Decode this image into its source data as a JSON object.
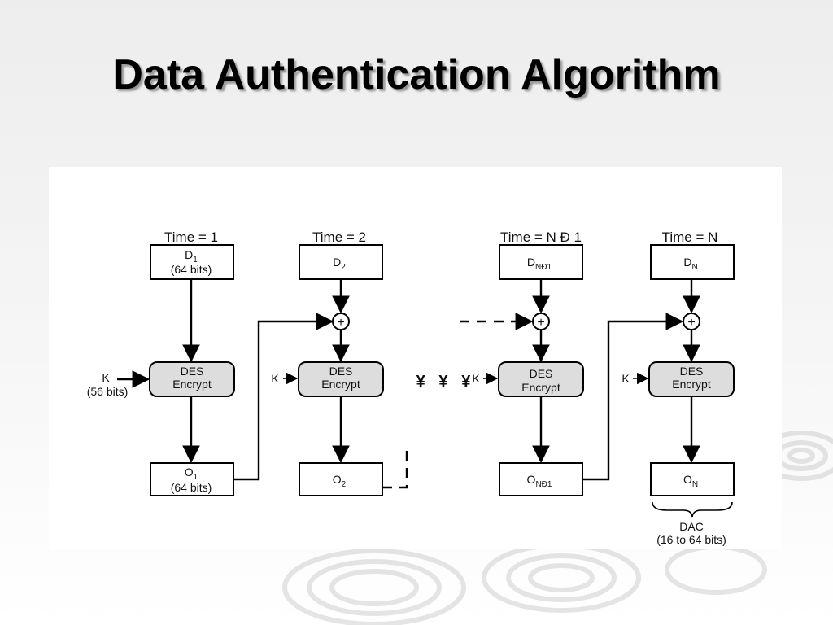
{
  "title": "Data Authentication Algorithm",
  "diagram": {
    "columns": [
      {
        "time": "Time = 1",
        "input": "D",
        "input_sub": "1",
        "input_note": "(64 bits)",
        "key": "K",
        "key_note": "(56 bits)",
        "cipher": [
          "DES",
          "Encrypt"
        ],
        "output": "O",
        "output_sub": "1",
        "output_note": "(64 bits)",
        "has_xor": false
      },
      {
        "time": "Time = 2",
        "input": "D",
        "input_sub": "2",
        "input_note": "",
        "key": "K",
        "key_note": "",
        "cipher": [
          "DES",
          "Encrypt"
        ],
        "output": "O",
        "output_sub": "2",
        "output_note": "",
        "has_xor": true
      },
      {
        "time": "Time = N Ð 1",
        "input": "D",
        "input_sub": "NÐ1",
        "input_note": "",
        "key": "K",
        "key_note": "",
        "cipher": [
          "DES",
          "Encrypt"
        ],
        "output": "O",
        "output_sub": "NÐ1",
        "output_note": "",
        "has_xor": true
      },
      {
        "time": "Time = N",
        "input": "D",
        "input_sub": "N",
        "input_note": "",
        "key": "K",
        "key_note": "",
        "cipher": [
          "DES",
          "Encrypt"
        ],
        "output": "O",
        "output_sub": "N",
        "output_note": "",
        "has_xor": true
      }
    ],
    "ellipsis": "¥   ¥   ¥",
    "xor_symbol": "+",
    "dac_label": "DAC",
    "dac_note": "(16 to 64 bits)"
  }
}
